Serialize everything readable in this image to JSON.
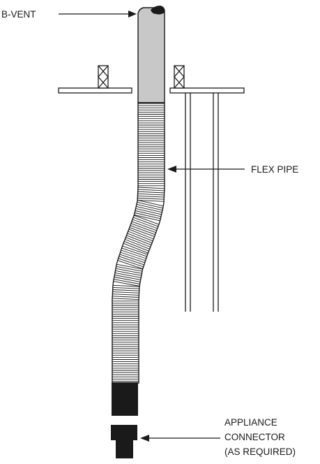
{
  "diagram": {
    "labels": {
      "b_vent": "B-VENT",
      "flex_pipe": "FLEX PIPE",
      "appliance_connector_line1": "APPLIANCE",
      "appliance_connector_line2": "CONNECTOR",
      "appliance_connector_line3": "(AS REQUIRED)"
    },
    "colors": {
      "line": "#1a1a1a",
      "b_vent_fill": "#c8c8c8",
      "connector_fill": "#1a1a1a",
      "background": "#ffffff"
    }
  }
}
